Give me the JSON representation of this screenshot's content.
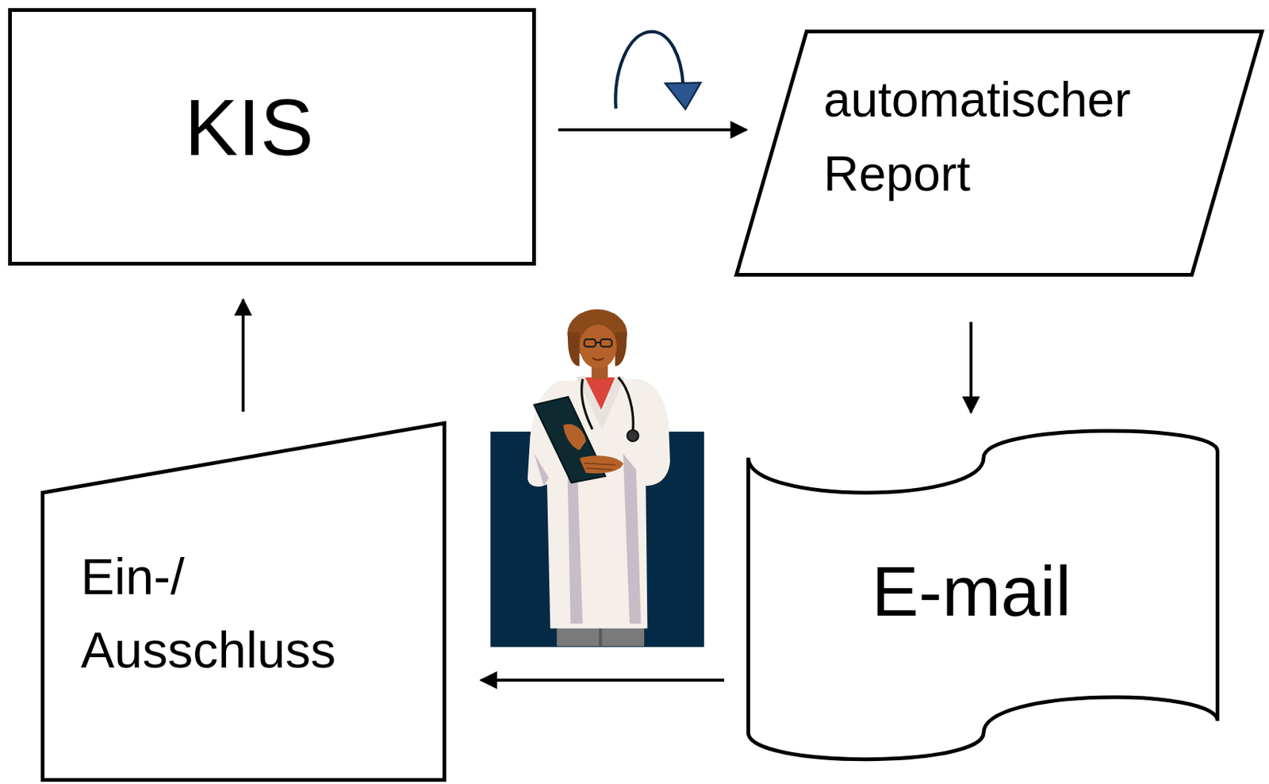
{
  "diagram": {
    "nodes": [
      {
        "text": [
          "KIS"
        ]
      },
      {
        "text": [
          "automatischer Report"
        ]
      },
      {
        "text": [
          "E-mail"
        ]
      },
      {
        "text": [
          "Ein-/ Ausschluss"
        ]
      }
    ],
    "edges": [
      {
        "from": 0,
        "to": 1,
        "arrow": "to"
      },
      {
        "from": 1,
        "to": 2,
        "arrow": "to"
      },
      {
        "from": 2,
        "to": 3,
        "arrow": "to"
      },
      {
        "from": 3,
        "to": 0,
        "arrow": "to"
      }
    ]
  }
}
